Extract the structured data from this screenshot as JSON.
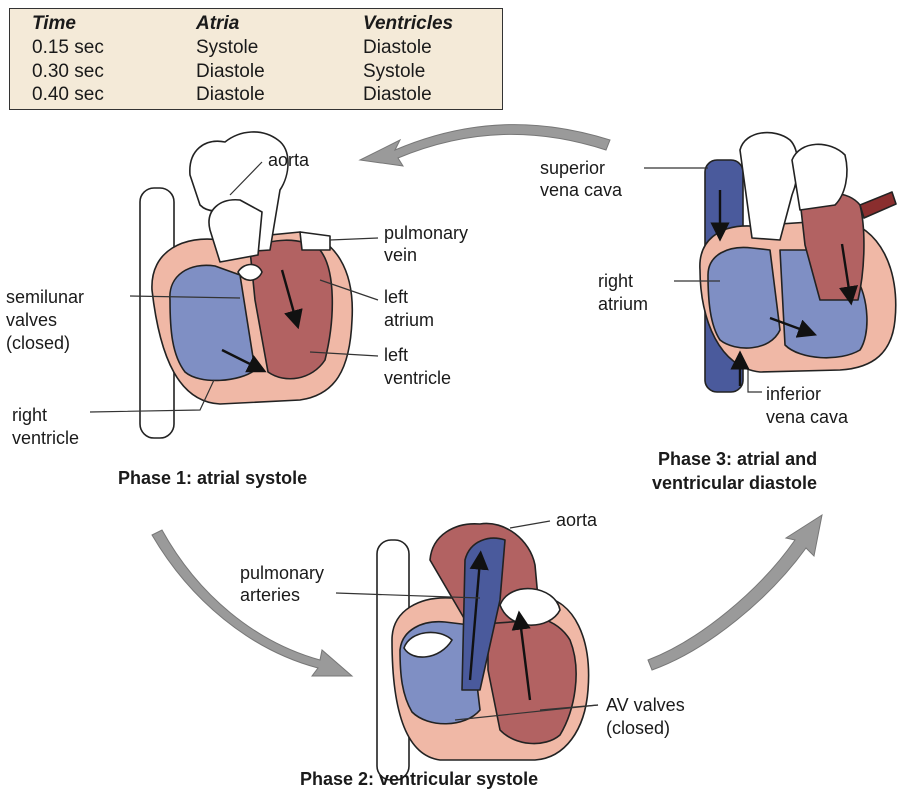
{
  "table": {
    "headers": [
      "Time",
      "Atria",
      "Ventricles"
    ],
    "rows": [
      [
        "0.15 sec",
        "Systole",
        "Diastole"
      ],
      [
        "0.30 sec",
        "Diastole",
        "Systole"
      ],
      [
        "0.40 sec",
        "Diastole",
        "Diastole"
      ]
    ]
  },
  "phase1": {
    "title": "Phase 1: atrial systole",
    "labels": {
      "aorta": "aorta",
      "pulmonary_vein_1": "pulmonary",
      "pulmonary_vein_2": "vein",
      "semilunar_1": "semilunar",
      "semilunar_2": "valves",
      "semilunar_3": "(closed)",
      "left_atrium_1": "left",
      "left_atrium_2": "atrium",
      "left_ventricle_1": "left",
      "left_ventricle_2": "ventricle",
      "right_ventricle_1": "right",
      "right_ventricle_2": "ventricle"
    }
  },
  "phase2": {
    "title": "Phase 2: ventricular systole",
    "labels": {
      "aorta": "aorta",
      "pulmonary_arteries_1": "pulmonary",
      "pulmonary_arteries_2": "arteries",
      "av_valves_1": "AV valves",
      "av_valves_2": "(closed)"
    }
  },
  "phase3": {
    "title_1": "Phase 3: atrial and",
    "title_2": "ventricular diastole",
    "labels": {
      "superior_1": "superior",
      "superior_2": "vena cava",
      "right_atrium_1": "right",
      "right_atrium_2": "atrium",
      "inferior_1": "inferior",
      "inferior_2": "vena cava"
    }
  },
  "colors": {
    "oxygen_poor": "#7f8fc4",
    "oxygen_poor_dark": "#4a5a9c",
    "oxygen_rich": "#b26262",
    "oxygen_rich_dark": "#8a2e2e",
    "heart_wall": "#f0b8a6",
    "vessel": "#ffffff",
    "cycle_arrow": "#9a9a9a"
  }
}
